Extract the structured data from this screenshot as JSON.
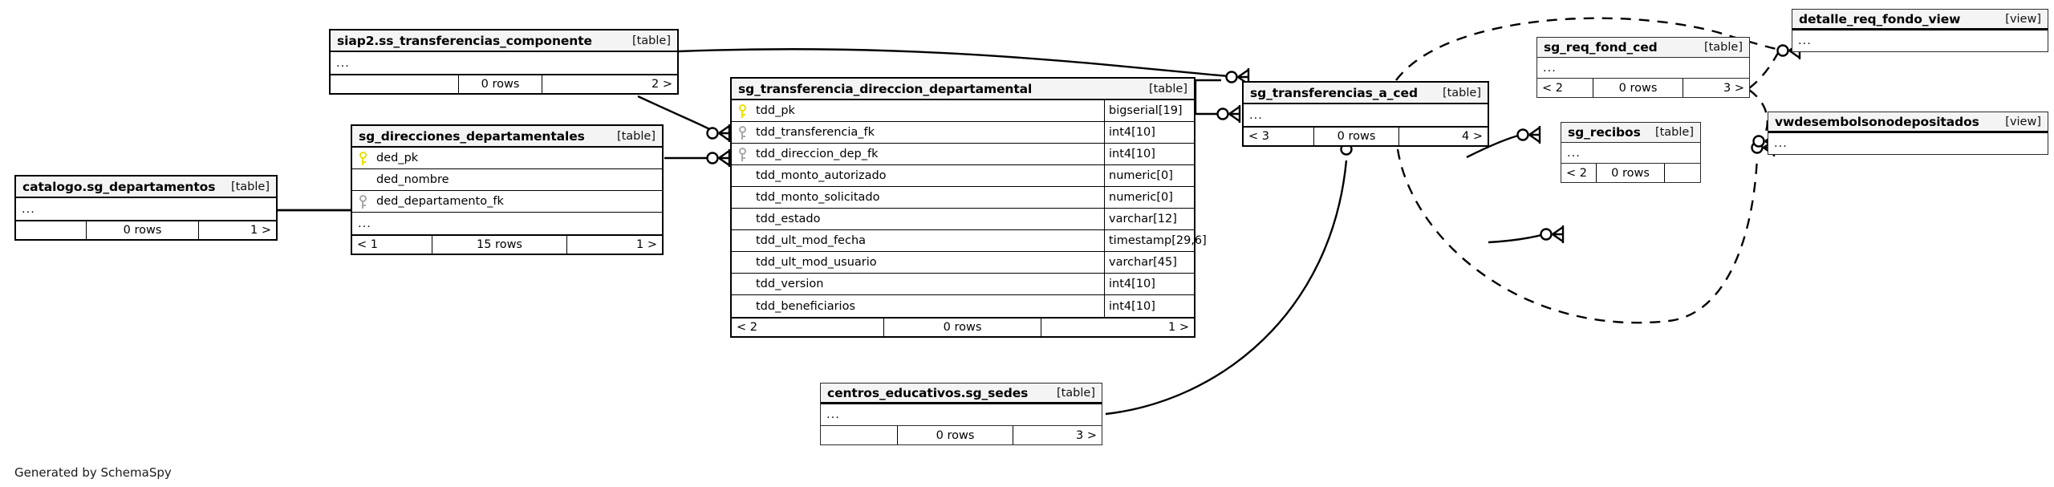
{
  "diagram": {
    "title": "SchemaSpy relationships diagram",
    "credit": "Generated by SchemaSpy",
    "background": "#ffffff",
    "pk_key_color": "#e8e000",
    "fk_key_color": "#a8a8a8",
    "header_fill": "#f4f4f4",
    "line_color": "#000000"
  },
  "nodes": {
    "ss_transferencias_componente": {
      "name": "siap2.ss_transferencias_componente",
      "kind": "[table]",
      "ellipsis": "...",
      "footer": {
        "prev": "",
        "rows": "0 rows",
        "next": "2 >"
      }
    },
    "sg_direcciones_departamentales": {
      "name": "sg_direcciones_departamentales",
      "kind": "[table]",
      "ellipsis": "...",
      "columns": [
        {
          "key": "pk",
          "name": "ded_pk"
        },
        {
          "key": "",
          "name": "ded_nombre"
        },
        {
          "key": "fk",
          "name": "ded_departamento_fk"
        }
      ],
      "footer": {
        "prev": "< 1",
        "rows": "15 rows",
        "next": "1 >"
      }
    },
    "catalogo_sg_departamentos": {
      "name": "catalogo.sg_departamentos",
      "kind": "[table]",
      "ellipsis": "...",
      "footer": {
        "prev": "",
        "rows": "0 rows",
        "next": "1 >"
      }
    },
    "sg_transferencia_direccion_departamental": {
      "name": "sg_transferencia_direccion_departamental",
      "kind": "[table]",
      "columns": [
        {
          "key": "pk",
          "name": "tdd_pk",
          "type": "bigserial[19]"
        },
        {
          "key": "fk",
          "name": "tdd_transferencia_fk",
          "type": "int4[10]"
        },
        {
          "key": "fk",
          "name": "tdd_direccion_dep_fk",
          "type": "int4[10]"
        },
        {
          "key": "",
          "name": "tdd_monto_autorizado",
          "type": "numeric[0]"
        },
        {
          "key": "",
          "name": "tdd_monto_solicitado",
          "type": "numeric[0]"
        },
        {
          "key": "",
          "name": "tdd_estado",
          "type": "varchar[12]"
        },
        {
          "key": "",
          "name": "tdd_ult_mod_fecha",
          "type": "timestamp[29,6]"
        },
        {
          "key": "",
          "name": "tdd_ult_mod_usuario",
          "type": "varchar[45]"
        },
        {
          "key": "",
          "name": "tdd_version",
          "type": "int4[10]"
        },
        {
          "key": "",
          "name": "tdd_beneficiarios",
          "type": "int4[10]"
        }
      ],
      "footer": {
        "prev": "< 2",
        "rows": "0 rows",
        "next": "1 >"
      }
    },
    "sg_transferencias_a_ced": {
      "name": "sg_transferencias_a_ced",
      "kind": "[table]",
      "ellipsis": "...",
      "footer": {
        "prev": "< 3",
        "rows": "0 rows",
        "next": "4 >"
      }
    },
    "sg_req_fond_ced": {
      "name": "sg_req_fond_ced",
      "kind": "[table]",
      "ellipsis": "...",
      "footer": {
        "prev": "< 2",
        "rows": "0 rows",
        "next": "3 >"
      }
    },
    "sg_recibos": {
      "name": "sg_recibos",
      "kind": "[table]",
      "ellipsis": "...",
      "footer": {
        "prev": "< 2",
        "rows": "0 rows",
        "next": ""
      }
    },
    "detalle_req_fondo_view": {
      "name": "detalle_req_fondo_view",
      "kind": "[view]",
      "ellipsis": "..."
    },
    "vwdesembolsonodepositados": {
      "name": "vwdesembolsonodepositados",
      "kind": "[view]",
      "ellipsis": "..."
    },
    "centros_educativos_sg_sedes": {
      "name": "centros_educativos.sg_sedes",
      "kind": "[table]",
      "ellipsis": "...",
      "footer": {
        "prev": "",
        "rows": "0 rows",
        "next": "3 >"
      }
    }
  }
}
